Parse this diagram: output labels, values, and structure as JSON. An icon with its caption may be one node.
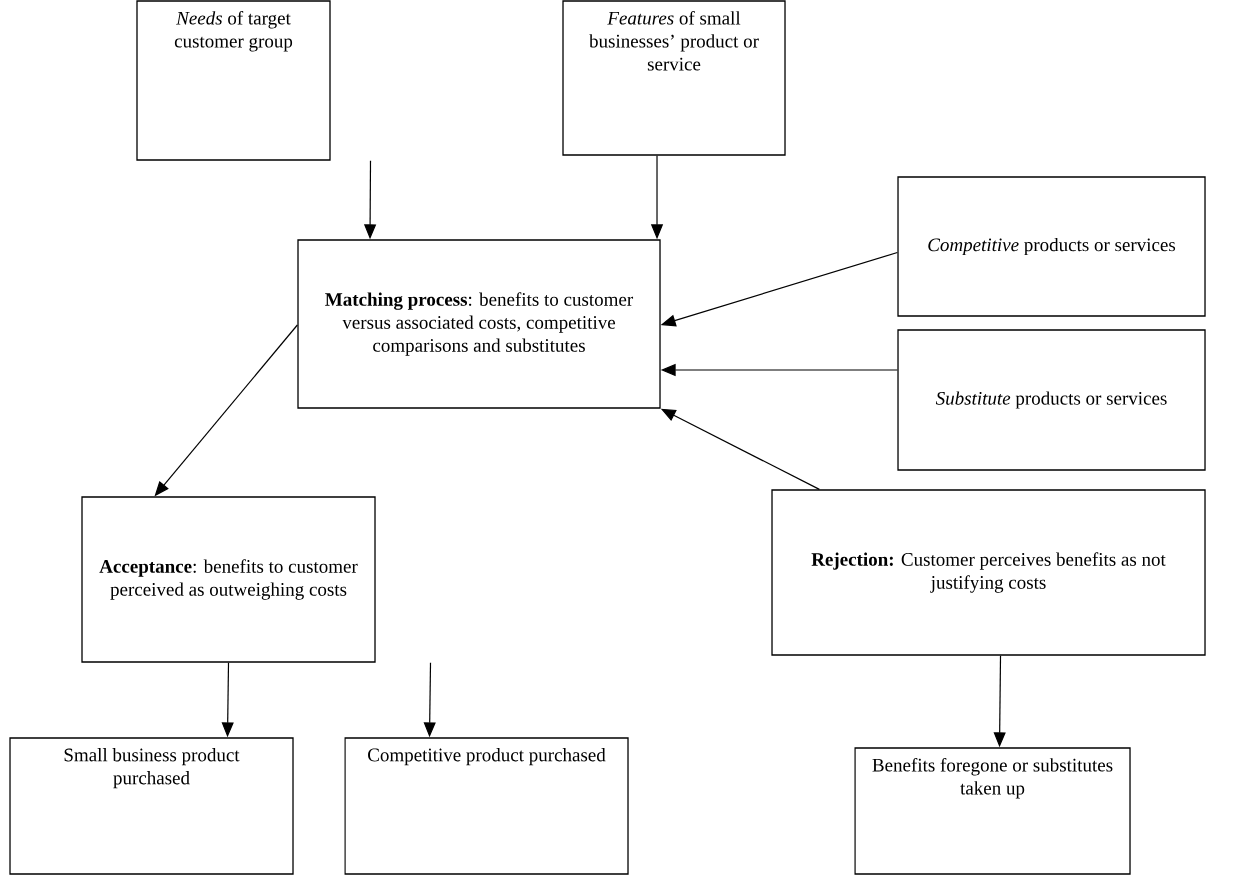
{
  "diagram": {
    "nodes": [
      {
        "text": [
          "*Needs* of target customer group"
        ]
      },
      {
        "text": [
          "*Features* of small businesses’ product or service"
        ]
      },
      {
        "text": [
          "**Matching process**: benefits to customer versus associated costs, competitive comparisons and substitutes"
        ]
      },
      {
        "text": [
          "*Competitive* products or services"
        ]
      },
      {
        "text": [
          "*Substitute* products or services"
        ]
      },
      {
        "text": [
          "**Acceptance**: benefits to customer perceived as outweighing costs"
        ]
      },
      {
        "text": [
          "**Rejection:** Customer perceives benefits as not justifying costs"
        ]
      },
      {
        "text": [
          "Small business product purchased"
        ]
      },
      {
        "text": [
          "Competitive product purchased"
        ]
      },
      {
        "text": [
          "Benefits foregone or substitutes taken up"
        ]
      }
    ],
    "edges": [
      {
        "from": 0,
        "to": 2,
        "arrow": "to"
      },
      {
        "from": 1,
        "to": 2,
        "arrow": "to"
      },
      {
        "from": 3,
        "to": 2,
        "arrow": "to"
      },
      {
        "from": 4,
        "to": 2,
        "arrow": "to"
      },
      {
        "from": 6,
        "to": 2,
        "arrow": "to"
      },
      {
        "from": 2,
        "to": 5,
        "arrow": "to"
      },
      {
        "from": 5,
        "to": 7,
        "arrow": "to"
      },
      {
        "from": 5,
        "to": 8,
        "arrow": "to"
      },
      {
        "from": 6,
        "to": 9,
        "arrow": "to"
      }
    ]
  }
}
